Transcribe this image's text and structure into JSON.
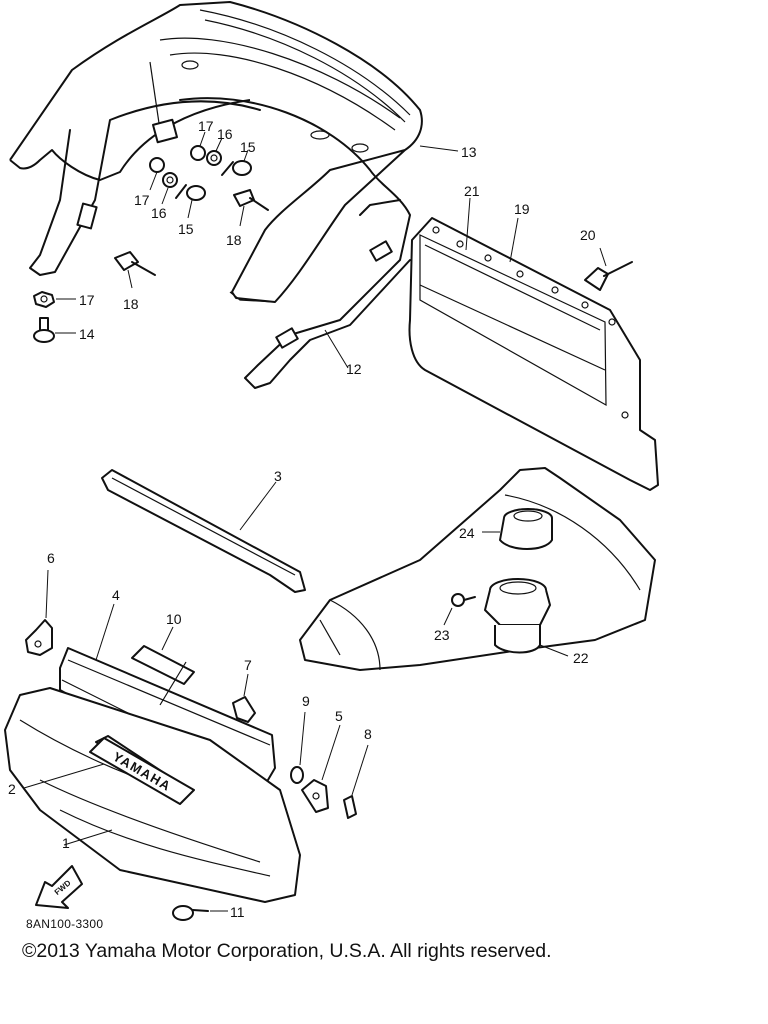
{
  "diagram_code": "8AN100-3300",
  "copyright": "©2013 Yamaha Motor Corporation, U.S.A. All rights reserved.",
  "brand_plate_text": "YAMAHA",
  "fwd_arrow_text": "FWD",
  "callouts": {
    "c1": "1",
    "c2": "2",
    "c3": "3",
    "c4": "4",
    "c5": "5",
    "c6": "6",
    "c7": "7",
    "c8": "8",
    "c9": "9",
    "c10": "10",
    "c11": "11",
    "c12": "12",
    "c13": "13",
    "c14": "14",
    "c15a": "15",
    "c15b": "15",
    "c16a": "16",
    "c16b": "16",
    "c17a": "17",
    "c17b": "17",
    "c17c": "17",
    "c18a": "18",
    "c18b": "18",
    "c19": "19",
    "c20": "20",
    "c21": "21",
    "c22": "22",
    "c23": "23",
    "c24": "24"
  }
}
